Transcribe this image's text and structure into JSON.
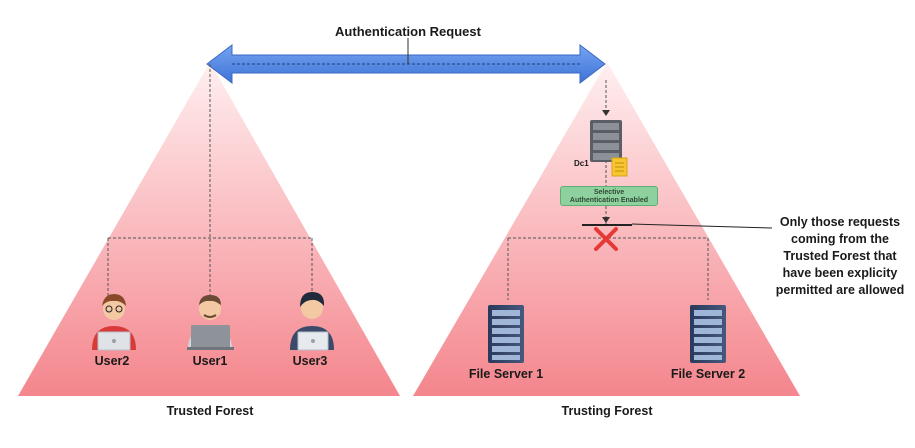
{
  "auth_request": "Authentication Request",
  "forests": {
    "trusted": "Trusted Forest",
    "trusting": "Trusting Forest"
  },
  "users": [
    {
      "label": "User2",
      "icon": "user-with-laptop-icon"
    },
    {
      "label": "User1",
      "icon": "user-with-laptop-icon"
    },
    {
      "label": "User3",
      "icon": "user-with-laptop-icon"
    }
  ],
  "dc": {
    "label": "Dc1",
    "icon": "server-rack-icon"
  },
  "badge": {
    "line1": "Selective",
    "line2": "Authentication Enabled"
  },
  "file_servers": [
    {
      "label": "File Server 1",
      "icon": "server-rack-icon"
    },
    {
      "label": "File Server 2",
      "icon": "server-rack-icon"
    }
  ],
  "note": "Only those requests coming from the Trusted Forest that have been explicity permitted are allowed",
  "colors": {
    "triangle_top": "#ffe9ea",
    "triangle_bottom": "#f4858c",
    "arrow": "#4f86e8",
    "deny": "#e53935",
    "badge": "#8fd19e"
  }
}
